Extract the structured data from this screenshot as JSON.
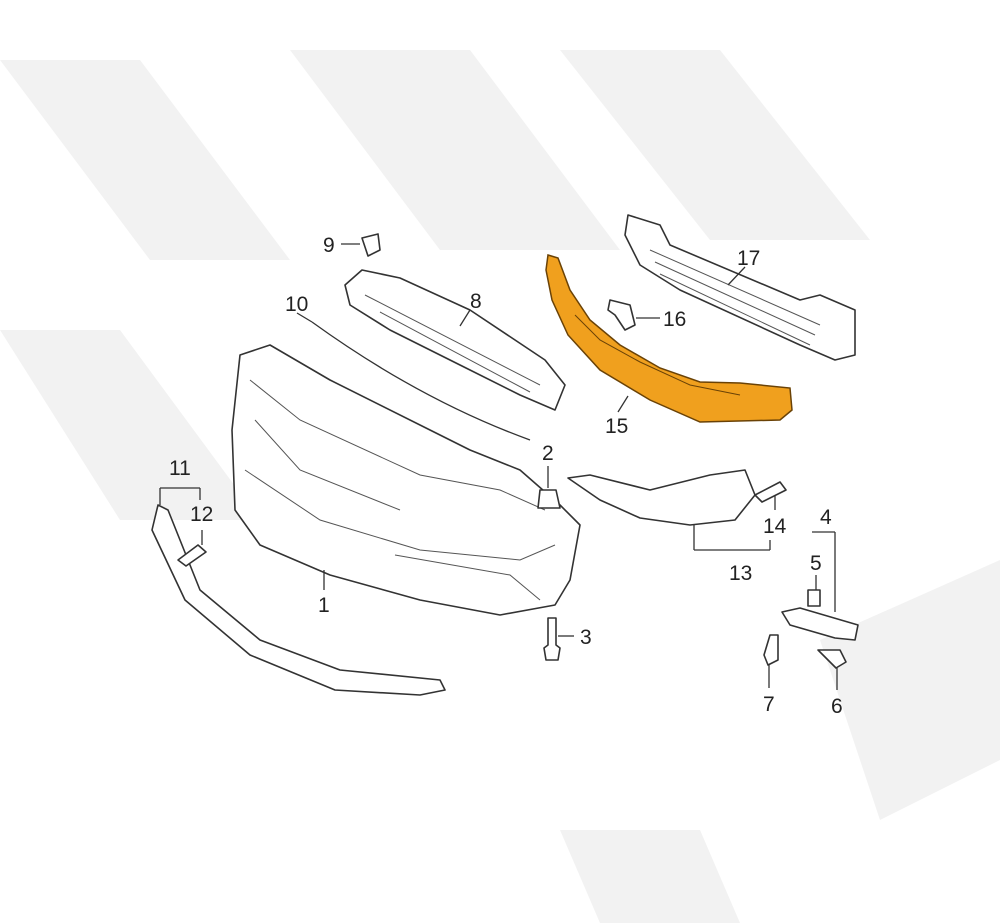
{
  "diagram": {
    "title": "Front bumper assembly parts diagram",
    "highlight_color": "#f0a01e",
    "callouts": [
      {
        "id": "1",
        "text": "1"
      },
      {
        "id": "2",
        "text": "2"
      },
      {
        "id": "3",
        "text": "3"
      },
      {
        "id": "4",
        "text": "4"
      },
      {
        "id": "5",
        "text": "5"
      },
      {
        "id": "6",
        "text": "6"
      },
      {
        "id": "7",
        "text": "7"
      },
      {
        "id": "8",
        "text": "8"
      },
      {
        "id": "9",
        "text": "9"
      },
      {
        "id": "10",
        "text": "10"
      },
      {
        "id": "11",
        "text": "11"
      },
      {
        "id": "12",
        "text": "12"
      },
      {
        "id": "13",
        "text": "13"
      },
      {
        "id": "14",
        "text": "14"
      },
      {
        "id": "15",
        "text": "15"
      },
      {
        "id": "16",
        "text": "16"
      },
      {
        "id": "17",
        "text": "17"
      }
    ],
    "highlighted_part": "15"
  }
}
